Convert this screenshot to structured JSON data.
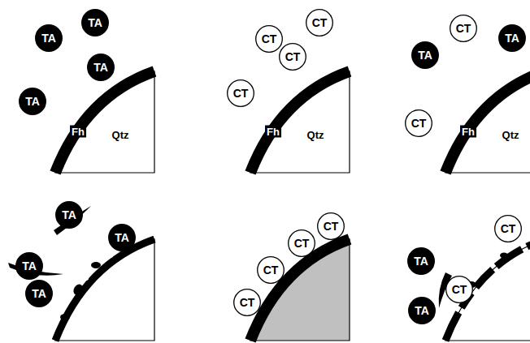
{
  "diagram": {
    "nodes": [
      {
        "text": [
          "TA"
        ]
      },
      {
        "text": [
          "TA"
        ]
      },
      {
        "text": [
          "TA"
        ]
      },
      {
        "text": [
          "TA"
        ]
      },
      {
        "text": [
          "CT"
        ]
      },
      {
        "text": [
          "CT"
        ]
      },
      {
        "text": [
          "CT"
        ]
      },
      {
        "text": [
          "CT"
        ]
      },
      {
        "text": [
          "CT"
        ]
      },
      {
        "text": [
          "TA"
        ]
      },
      {
        "text": [
          "TA"
        ]
      },
      {
        "text": [
          "CT"
        ]
      },
      {
        "text": [
          "TA"
        ]
      },
      {
        "text": [
          "TA"
        ]
      },
      {
        "text": [
          "TA"
        ]
      },
      {
        "text": [
          "TA"
        ]
      },
      {
        "text": [
          "CT"
        ]
      },
      {
        "text": [
          "CT"
        ]
      },
      {
        "text": [
          "CT"
        ]
      },
      {
        "text": [
          "CT"
        ]
      },
      {
        "text": [
          "CT"
        ]
      },
      {
        "text": [
          "TA"
        ]
      },
      {
        "text": [
          "CT"
        ]
      },
      {
        "text": [
          "TA"
        ]
      }
    ],
    "labels": [
      "Fh",
      "Qtz",
      "Fh",
      "Qtz",
      "Fh",
      "Qtz"
    ]
  }
}
